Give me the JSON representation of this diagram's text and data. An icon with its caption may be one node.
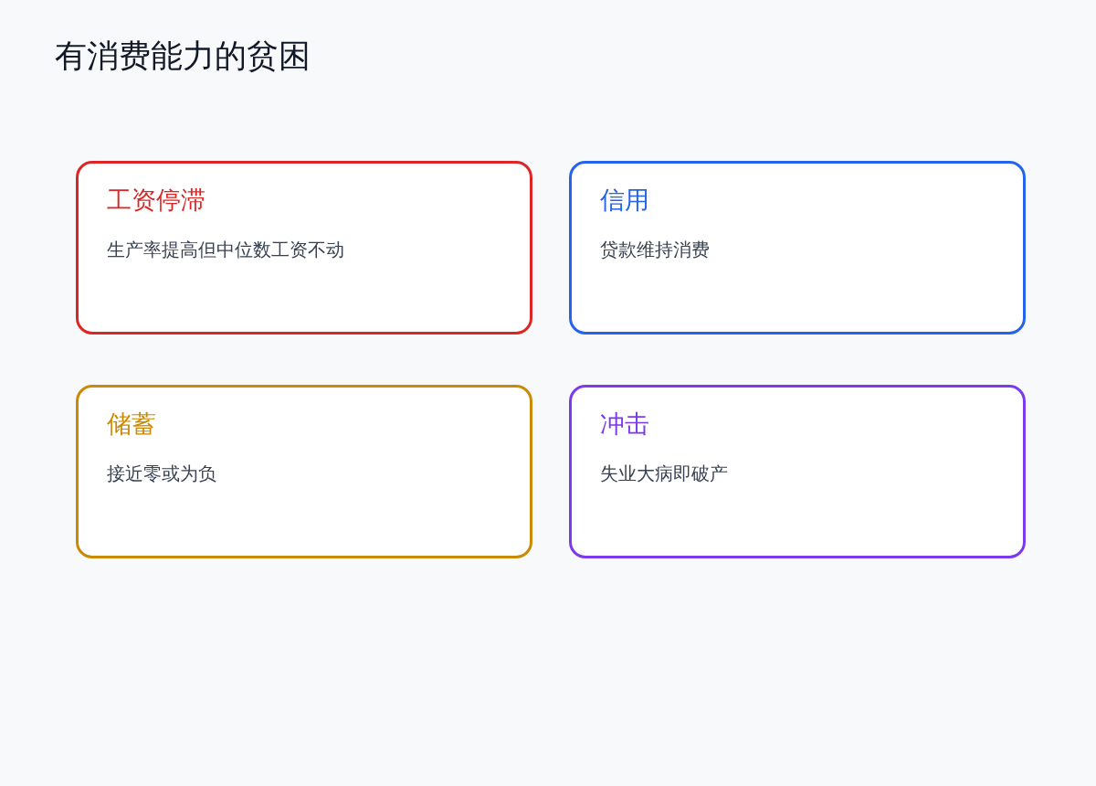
{
  "diagram": {
    "title": "有消费能力的贫困",
    "nodes": [
      {
        "text": [
          "工资停滞",
          "生产率提高但中位数工资不动"
        ]
      },
      {
        "text": [
          "信用",
          "贷款维持消费"
        ]
      },
      {
        "text": [
          "储蓄",
          "接近零或为负"
        ]
      },
      {
        "text": [
          "冲击",
          "失业大病即破产"
        ]
      }
    ]
  }
}
